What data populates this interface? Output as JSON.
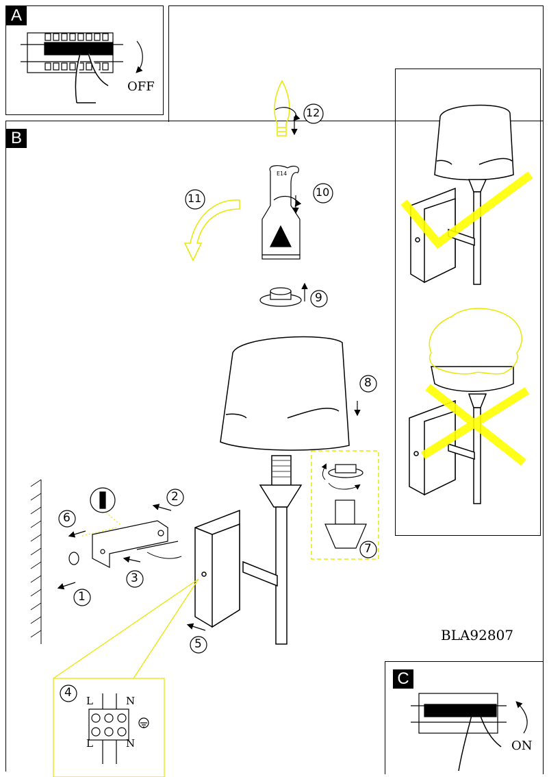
{
  "panels": {
    "a": {
      "badge": "A",
      "label": "OFF"
    },
    "b": {
      "badge": "B"
    },
    "c": {
      "badge": "C",
      "label": "ON"
    }
  },
  "model_code": "BLA92807",
  "steps": [
    "1",
    "2",
    "3",
    "4",
    "5",
    "6",
    "7",
    "8",
    "9",
    "10",
    "11",
    "12"
  ],
  "wiring": {
    "l_top": "L",
    "n_top": "N",
    "l_bottom": "L",
    "n_bottom": "N"
  },
  "bulb_socket_label": "E14",
  "colors": {
    "highlight": "#ffff33",
    "line": "#000000"
  }
}
